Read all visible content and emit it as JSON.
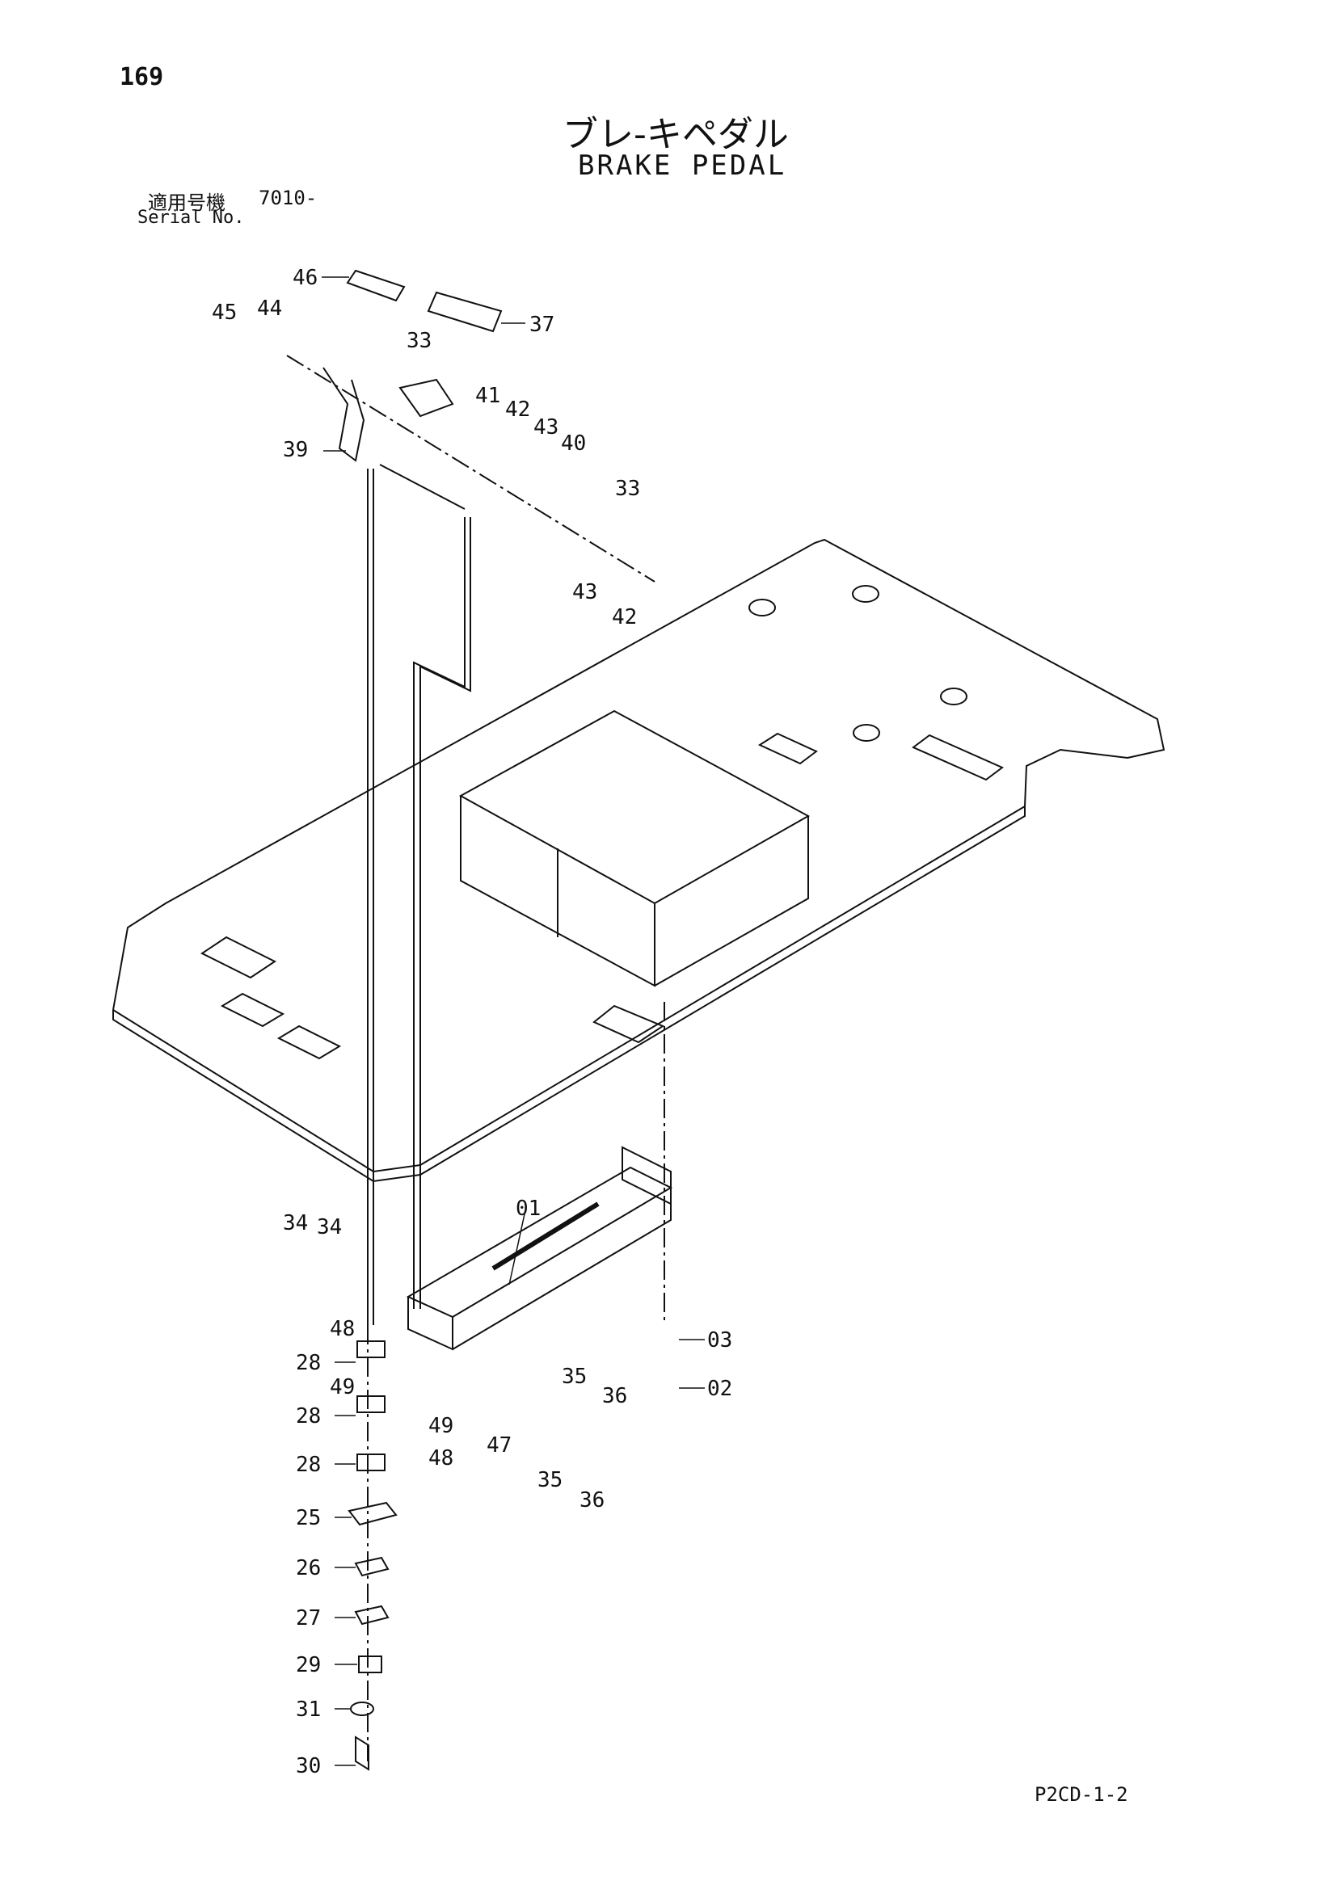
{
  "page_number": "169",
  "title_jp": "ブレ-キペダル",
  "title_en": "BRAKE PEDAL",
  "serial": {
    "label_jp": "適用号機",
    "value": "7010-",
    "label_en": "Serial No."
  },
  "drawing_code": "P2CD-1-2",
  "callouts": {
    "c46": "46",
    "c45": "45",
    "c44": "44",
    "c37": "37",
    "c33a": "33",
    "c41": "41",
    "c42a": "42",
    "c43a": "43",
    "c40": "40",
    "c39": "39",
    "c33b": "33",
    "c43b": "43",
    "c42b": "42",
    "c01": "01",
    "c34a": "34",
    "c34b": "34",
    "c48a": "48",
    "c28a": "28",
    "c49a": "49",
    "c28b": "28",
    "c49b": "49",
    "c28c": "28",
    "c48b": "48",
    "c03": "03",
    "c02": "02",
    "c35a": "35",
    "c36a": "36",
    "c47": "47",
    "c35b": "35",
    "c36b": "36",
    "c25": "25",
    "c26": "26",
    "c27": "27",
    "c29": "29",
    "c31": "31",
    "c30": "30"
  }
}
